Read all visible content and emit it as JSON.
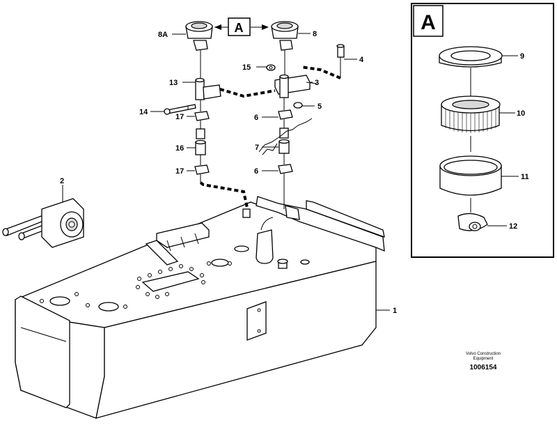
{
  "detail_box": {
    "title": "A"
  },
  "callout_tag": "A",
  "labels": {
    "p1": "1",
    "p2": "2",
    "p3": "3",
    "p4": "4",
    "p5": "5",
    "p6a": "6",
    "p6b": "6",
    "p7": "7",
    "p8": "8",
    "p8a": "8A",
    "p9": "9",
    "p10": "10",
    "p11": "11",
    "p12": "12",
    "p13": "13",
    "p14": "14",
    "p15": "15",
    "p16": "16",
    "p17a": "17",
    "p17b": "17"
  },
  "footer": {
    "company_line1": "Volvo Construction",
    "company_line2": "Equipment",
    "doc_number": "1006154"
  }
}
